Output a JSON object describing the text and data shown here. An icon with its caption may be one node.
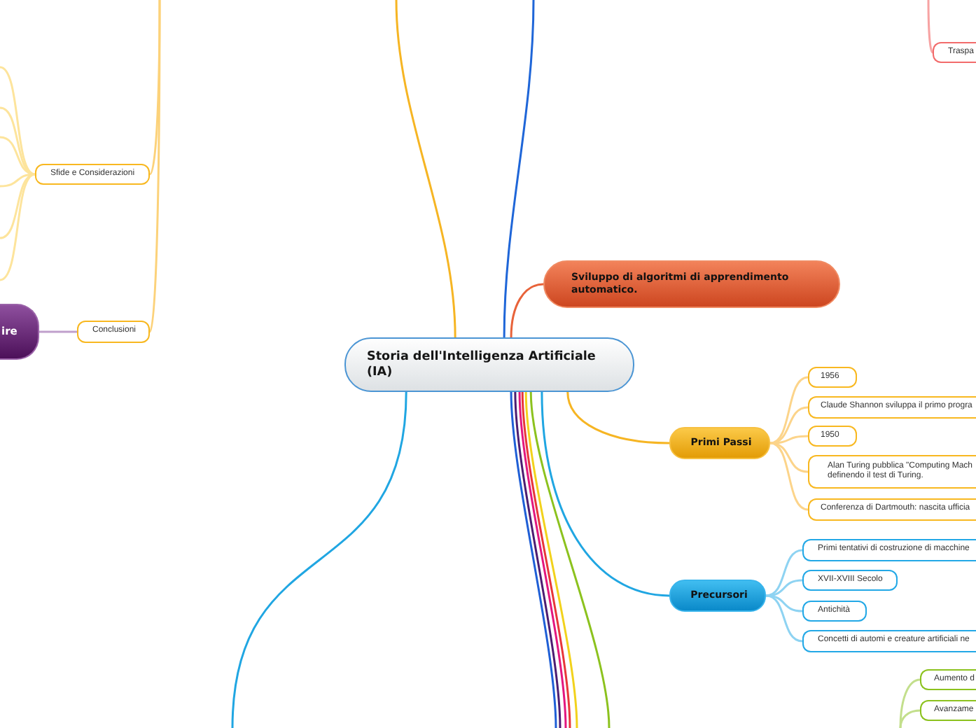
{
  "diagram": {
    "nodes": [
      {
        "text": [
          "Storia dell'Intelligenza Artificiale (IA)"
        ]
      },
      {
        "text": [
          "Sviluppo di algoritmi di apprendimento automatico."
        ]
      },
      {
        "text": [
          "Primi Passi"
        ]
      },
      {
        "text": [
          "1956"
        ]
      },
      {
        "text": [
          "Claude Shannon sviluppa il primo progra"
        ]
      },
      {
        "text": [
          "1950"
        ]
      },
      {
        "text": [
          "Alan Turing pubblica \"Computing Mach definendo il test di Turing."
        ]
      },
      {
        "text": [
          "Conferenza di Dartmouth: nascita ufficia"
        ]
      },
      {
        "text": [
          "Precursori"
        ]
      },
      {
        "text": [
          "Primi tentativi di costruzione di macchine"
        ]
      },
      {
        "text": [
          "XVII-XVIII Secolo"
        ]
      },
      {
        "text": [
          "Antichità"
        ]
      },
      {
        "text": [
          "Concetti di automi e creature artificiali ne"
        ]
      },
      {
        "text": [
          "Sfide e Considerazioni"
        ]
      },
      {
        "text": [
          "Conclusioni"
        ]
      },
      {
        "text": [
          "ire"
        ]
      },
      {
        "text": [
          "Traspa"
        ]
      },
      {
        "text": [
          "Aumento d"
        ]
      },
      {
        "text": [
          "Avanzame"
        ]
      }
    ],
    "edges": [
      {
        "from": 0,
        "to": 1,
        "arrow": "none",
        "color": "#e8633a"
      },
      {
        "from": 0,
        "to": 2,
        "arrow": "none",
        "color": "#f6b523"
      },
      {
        "from": 0,
        "to": 8,
        "arrow": "none",
        "color": "#20a6e2"
      },
      {
        "from": 2,
        "to": 3,
        "arrow": "none",
        "color": "#fcd48a"
      },
      {
        "from": 2,
        "to": 4,
        "arrow": "none",
        "color": "#fcd48a"
      },
      {
        "from": 2,
        "to": 5,
        "arrow": "none",
        "color": "#fcd48a"
      },
      {
        "from": 2,
        "to": 6,
        "arrow": "none",
        "color": "#fcd48a"
      },
      {
        "from": 2,
        "to": 7,
        "arrow": "none",
        "color": "#fcd48a"
      },
      {
        "from": 8,
        "to": 9,
        "arrow": "none",
        "color": "#8ed3f2"
      },
      {
        "from": 8,
        "to": 10,
        "arrow": "none",
        "color": "#8ed3f2"
      },
      {
        "from": 8,
        "to": 11,
        "arrow": "none",
        "color": "#8ed3f2"
      },
      {
        "from": 8,
        "to": 12,
        "arrow": "none",
        "color": "#8ed3f2"
      },
      {
        "from": 14,
        "to": 15,
        "arrow": "none",
        "color": "#c0a0cc"
      },
      {
        "from": 0,
        "to": null,
        "arrow": "none",
        "color": "#f6b523"
      },
      {
        "from": 0,
        "to": null,
        "arrow": "none",
        "color": "#1f66d8"
      },
      {
        "from": 0,
        "to": null,
        "arrow": "none",
        "color": "#20a6e2"
      },
      {
        "from": 0,
        "to": null,
        "arrow": "none",
        "color": "#1f5fd6"
      },
      {
        "from": 0,
        "to": null,
        "arrow": "none",
        "color": "#4c1d72"
      },
      {
        "from": 0,
        "to": null,
        "arrow": "none",
        "color": "#e3177f"
      },
      {
        "from": 0,
        "to": null,
        "arrow": "none",
        "color": "#e8363a"
      },
      {
        "from": 0,
        "to": null,
        "arrow": "none",
        "color": "#f2d21c"
      },
      {
        "from": 0,
        "to": null,
        "arrow": "none",
        "color": "#8cc21e"
      },
      {
        "from": 13,
        "to": null,
        "arrow": "none",
        "color": "#fde49c"
      },
      {
        "from": 13,
        "to": null,
        "arrow": "none",
        "color": "#fde49c"
      },
      {
        "from": 13,
        "to": null,
        "arrow": "none",
        "color": "#fde49c"
      },
      {
        "from": 13,
        "to": null,
        "arrow": "none",
        "color": "#fde49c"
      },
      {
        "from": 13,
        "to": null,
        "arrow": "none",
        "color": "#fde49c"
      },
      {
        "from": 13,
        "to": null,
        "arrow": "none",
        "color": "#fde49c"
      },
      {
        "from": null,
        "to": 13,
        "arrow": "none",
        "color": "#fcd27a"
      },
      {
        "from": null,
        "to": 14,
        "arrow": "none",
        "color": "#fcd27a"
      },
      {
        "from": null,
        "to": 16,
        "arrow": "none",
        "color": "#f7a3a3"
      },
      {
        "from": null,
        "to": 17,
        "arrow": "none",
        "color": "#c3df8c"
      },
      {
        "from": null,
        "to": 18,
        "arrow": "none",
        "color": "#c3df8c"
      }
    ]
  }
}
